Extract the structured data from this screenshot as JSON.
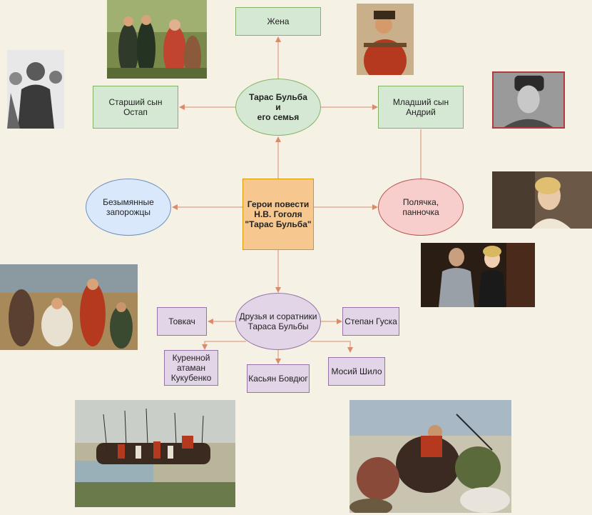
{
  "diagram": {
    "center": "Герои повести\nН.В. Гоголя\n\"Тарас Бульба\"",
    "family": "Тарас Бульба\nи\nего семья",
    "wife": "Жена",
    "older_son": "Старший сын\nОстап",
    "younger_son": "Младший сын\nАндрий",
    "nameless": "Безымянные\nзапорожцы",
    "polish_girl": "Полячка,\nпанночка",
    "friends": "Друзья и соратники\nТараса Бульбы",
    "tovkach": "Товкач",
    "stepan": "Степан Гуска",
    "kukubenko": "Куренной\nатаман\nКукубенко",
    "kasyan": "Касьян Бовдюг",
    "mosiy": "Мосий Шило"
  },
  "colors": {
    "edge": "#d98b6c",
    "green_fill": "#d5e8d4",
    "orange_fill": "#f6c78f",
    "blue_fill": "#dae8fc",
    "pink_fill": "#f8cecc",
    "purple_fill": "#e1d5e7",
    "background": "#f5f1e4"
  }
}
